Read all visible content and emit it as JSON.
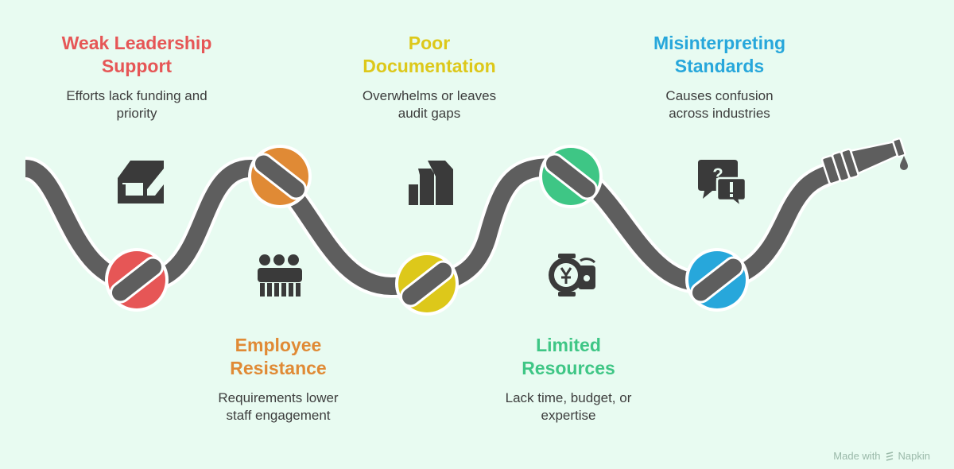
{
  "colors": {
    "background": "#e8fbf1",
    "hose": "#5e5e5e",
    "outline": "#ffffff",
    "red": "#e65656",
    "orange": "#e08a35",
    "yellow": "#ddc81a",
    "green": "#3ec685",
    "blue": "#27a7db",
    "icon": "#3a3a3a"
  },
  "items": [
    {
      "title": [
        "Weak Leadership",
        "Support"
      ],
      "description": [
        "Efforts lack funding and",
        "priority"
      ],
      "color": "#e65656",
      "icon": "tray-icon"
    },
    {
      "title": [
        "Employee",
        "Resistance"
      ],
      "description": [
        "Requirements lower",
        "staff engagement"
      ],
      "color": "#e08a35",
      "icon": "people-group-icon"
    },
    {
      "title": [
        "Poor",
        "Documentation"
      ],
      "description": [
        "Overwhelms or leaves",
        "audit gaps"
      ],
      "color": "#ddc81a",
      "icon": "stacked-documents-icon"
    },
    {
      "title": [
        "Limited",
        "Resources"
      ],
      "description": [
        "Lack time, budget, or",
        "expertise"
      ],
      "color": "#3ec685",
      "icon": "budget-time-icon"
    },
    {
      "title": [
        "Misinterpreting",
        "Standards"
      ],
      "description": [
        "Causes confusion",
        "across industries"
      ],
      "color": "#27a7db",
      "icon": "question-exclamation-chat-icon"
    }
  ],
  "footer": {
    "made_with": "Made with",
    "brand": "Napkin",
    "icon": "napkin-logo-icon"
  }
}
